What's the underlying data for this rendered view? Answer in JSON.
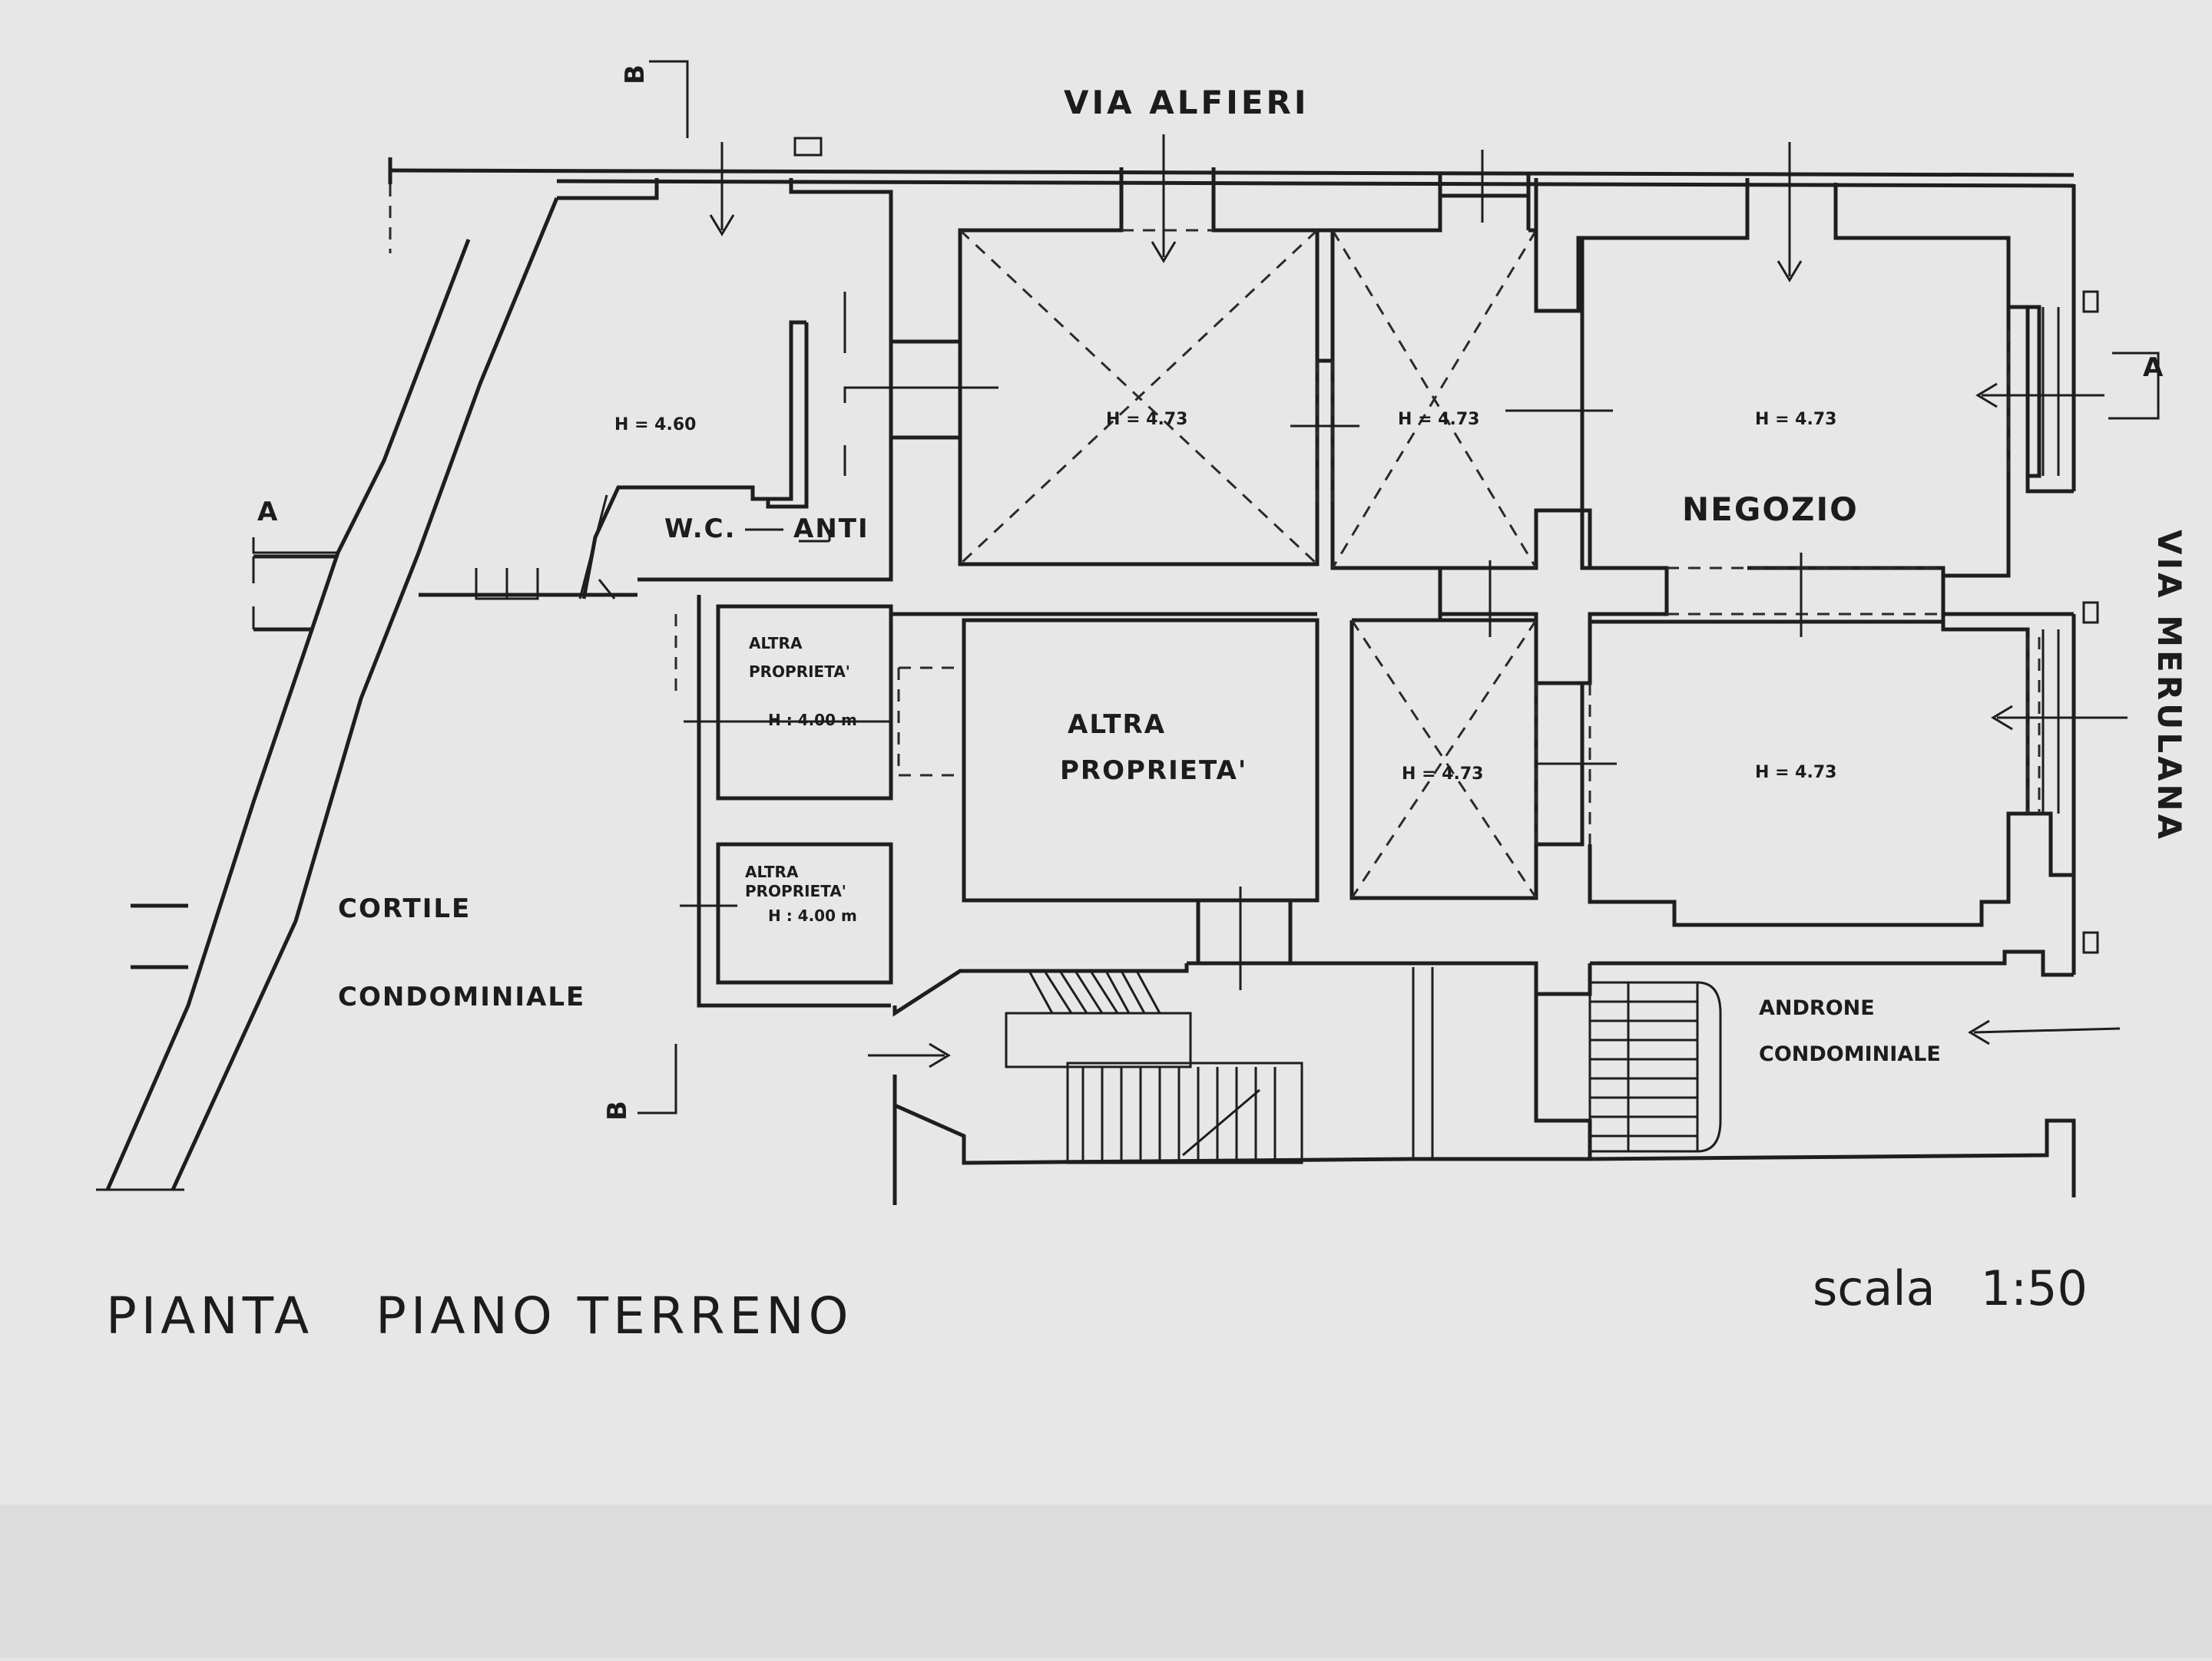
{
  "streets": {
    "north": "VIA ALFIERI",
    "east": "VIA MERULANA"
  },
  "rooms": {
    "main": {
      "height": "H = 4.60"
    },
    "wc": "W.C.",
    "anti": "ANTI",
    "vault1": {
      "height": "H = 4.73"
    },
    "vault2": {
      "height": "H = 4.73"
    },
    "vault3": {
      "height": "H = 4.73"
    },
    "negozio": {
      "label": "NEGOZIO",
      "height": "H = 4.73"
    },
    "east_lower": {
      "height": "H = 4.73"
    },
    "altra1": {
      "line1": "ALTRA",
      "line2": "PROPRIETA'",
      "height": "H : 4.00 m"
    },
    "altra2": {
      "line1": "ALTRA",
      "line2": "PROPRIETA'",
      "height": "H : 4.00 m"
    },
    "altra_big": {
      "line1": "ALTRA",
      "line2": "PROPRIETA'"
    },
    "cortile": {
      "line1": "CORTILE",
      "line2": "CONDOMINIALE"
    },
    "androne": {
      "line1": "ANDRONE",
      "line2": "CONDOMINIALE"
    }
  },
  "sections": {
    "a": "A",
    "b": "B"
  },
  "title": "PIANTA   PIANO TERRENO",
  "scale": "scala   1:50"
}
